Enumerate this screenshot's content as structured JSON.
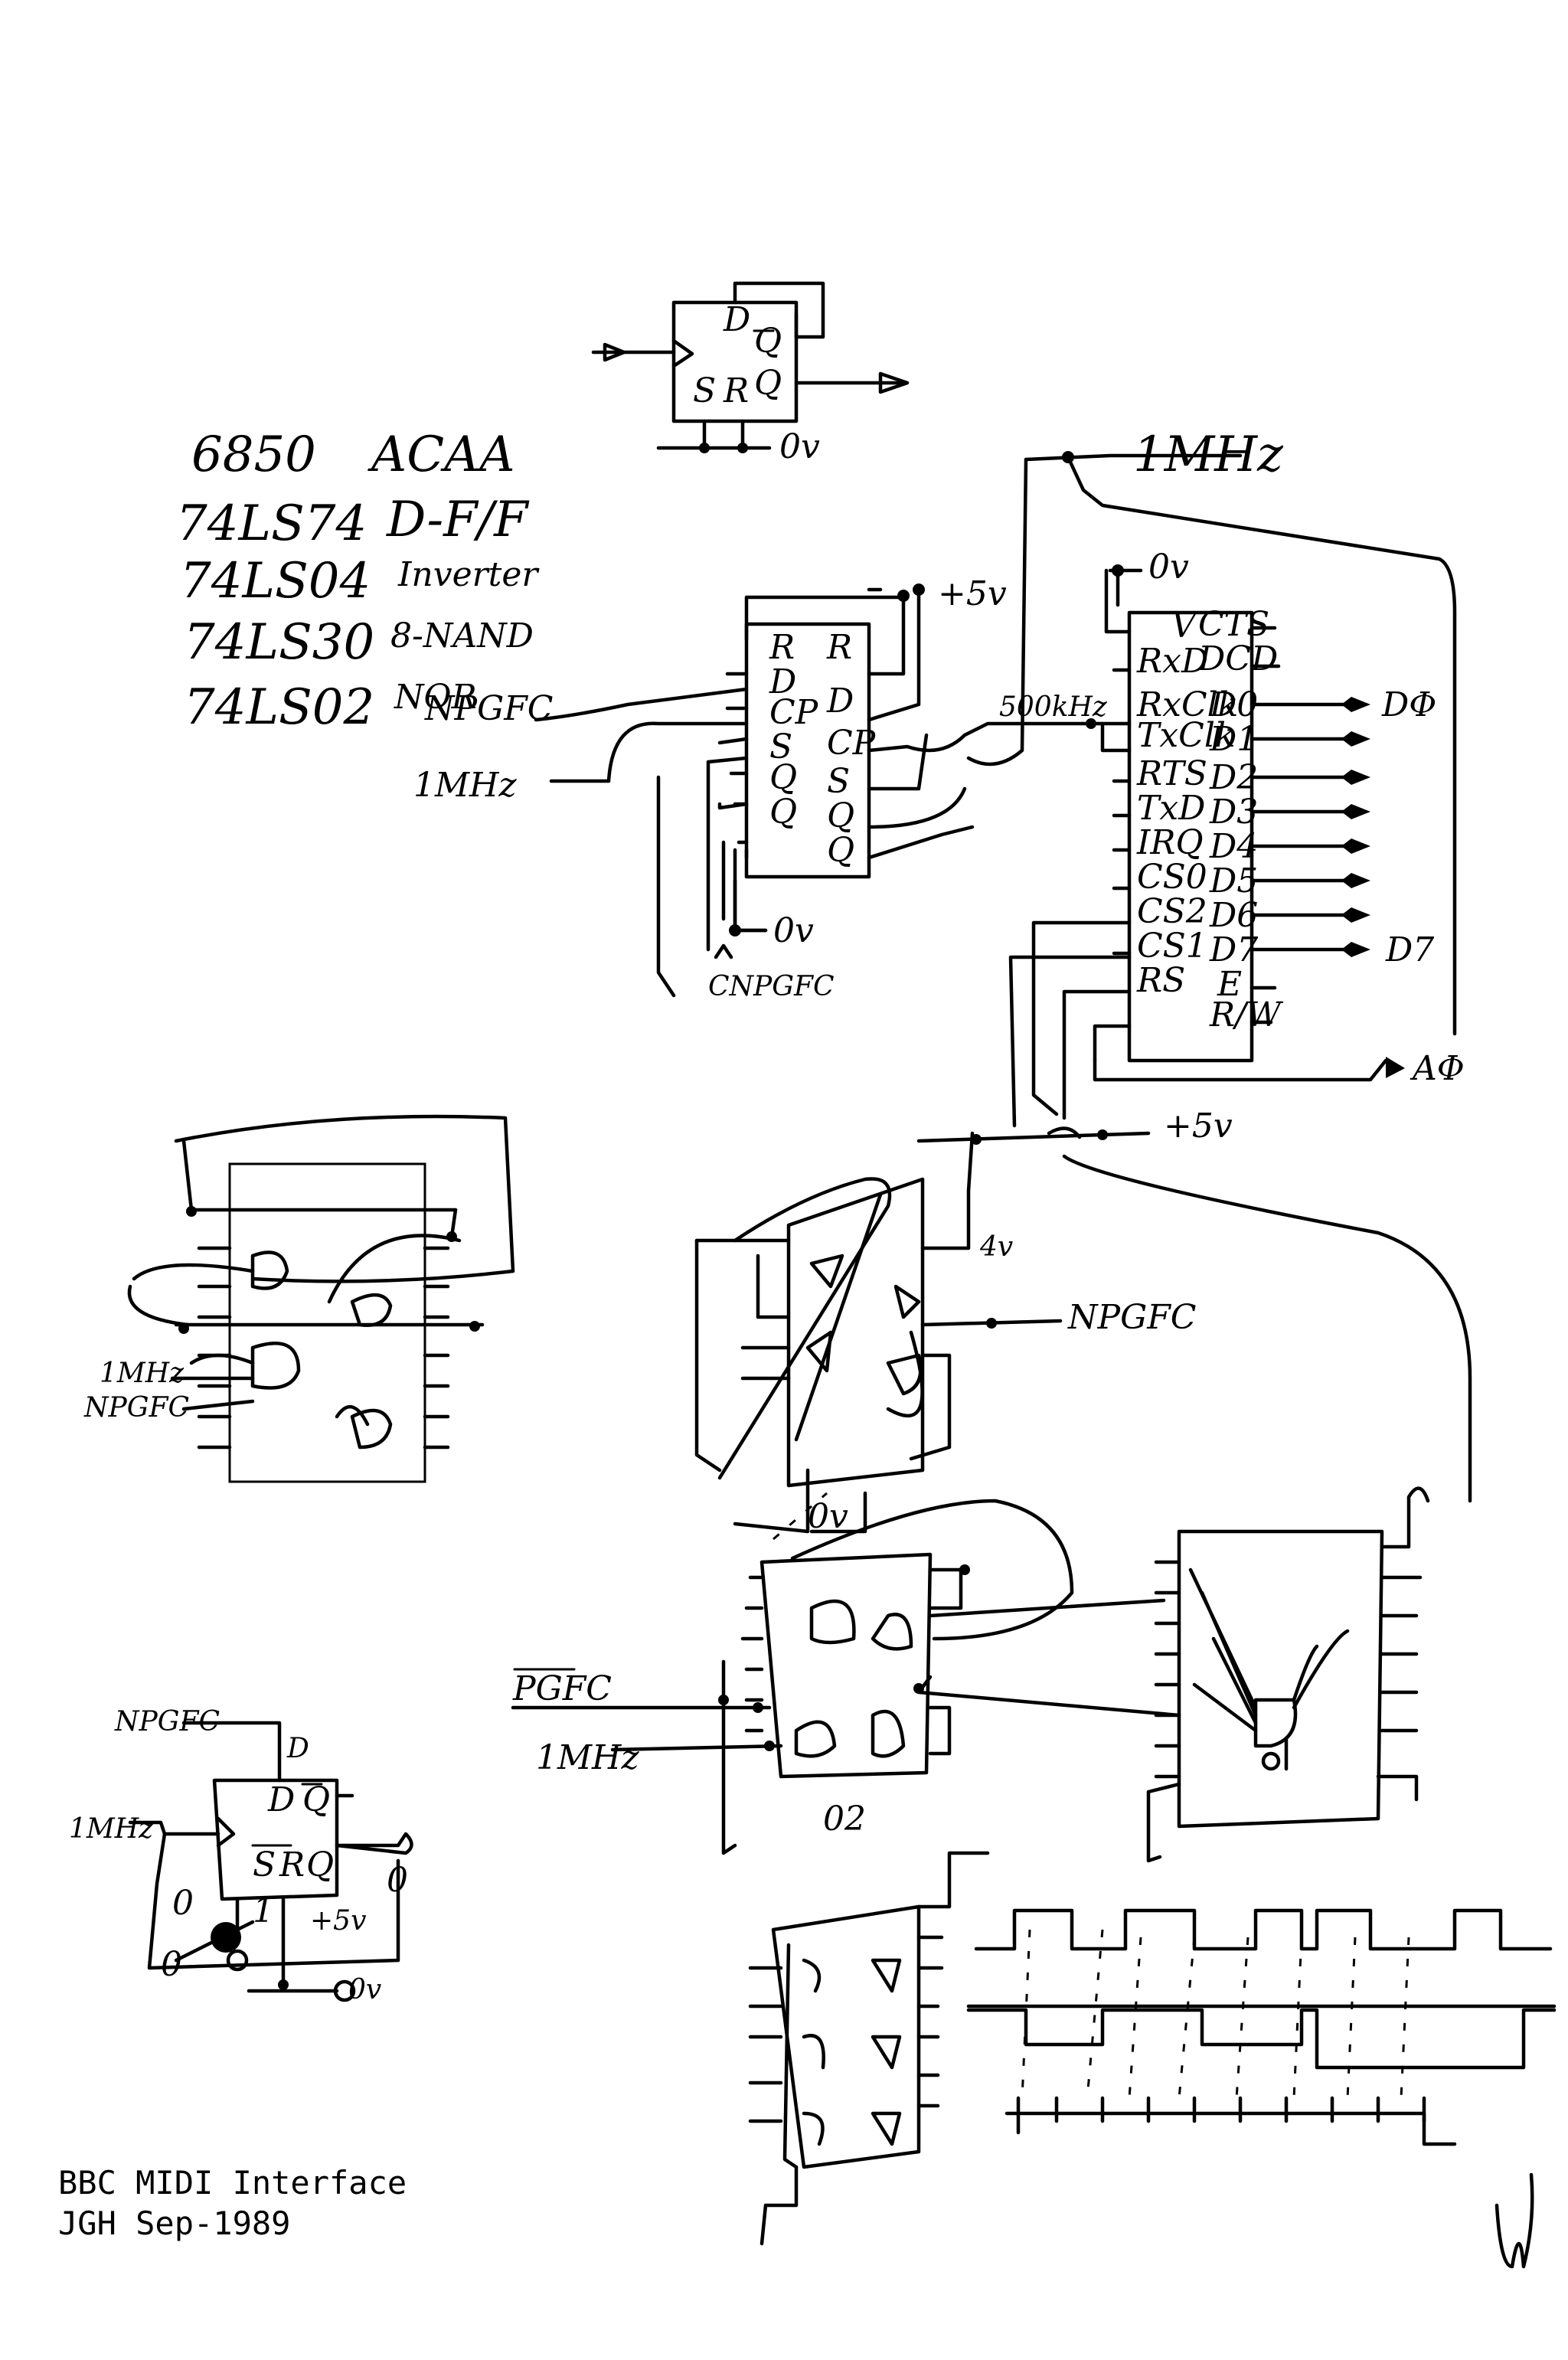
{
  "legend": [
    {
      "part": "6850",
      "desc": "ACAA"
    },
    {
      "part": "74LS74",
      "desc": "D-F/F"
    },
    {
      "part": "74LS04",
      "desc": "Inverter"
    },
    {
      "part": "74LS30",
      "desc": "8-NAND"
    },
    {
      "part": "74LS02",
      "desc": "NOR"
    }
  ],
  "flipflop_symbol": {
    "d": "D",
    "q": "Q",
    "qbar": "Q",
    "s": "S",
    "r": "R",
    "gnd": "0v"
  },
  "signals": {
    "clk_1mhz": "1MHz",
    "gnd_top": "0v",
    "vcc_ff": "+5v",
    "vcc_mid": "+5v",
    "npgfc": "NPGFC",
    "clk_ff_in": "1MHz",
    "cnpgfc": "CNPGFC",
    "gnd_ff": "0v",
    "speed": "500kHz",
    "d0": "DΦ",
    "d7": "D7",
    "a0": "AΦ",
    "npgfc_mid": "NPGFC",
    "gnd_mid": "0v",
    "pgfc": "PGFC",
    "clk_02": "1MHz",
    "chip_02": "02",
    "misc_4v": "4v",
    "npgfc_left": "NPGFC",
    "clk_left": "1MHz",
    "npgfc_bottom": "NPGFC",
    "clk_bottom": "1MHz",
    "vcc_bottom": "+5v",
    "gnd_bottom": "0v",
    "num_0a": "0",
    "num_1": "1",
    "num_0b": "0",
    "num_0c": "0"
  },
  "ff_chip": {
    "left_pins": [
      "R",
      "D",
      "CP",
      "S",
      "Q",
      "Q"
    ],
    "right_pins": [
      "R",
      "D",
      "CP",
      "S",
      "Q",
      "Q"
    ]
  },
  "acia_chip": {
    "left_pins": [
      "V",
      "RxD",
      "RxClk",
      "TxClk",
      "RTS",
      "TxD",
      "IRQ",
      "CS0",
      "CS2",
      "CS1",
      "RS"
    ],
    "right_pins": [
      "CTS",
      "DCD",
      "D0",
      "D1",
      "D2",
      "D3",
      "D4",
      "D5",
      "D6",
      "D7",
      "E",
      "R/W"
    ]
  },
  "bottom_ff": {
    "d": "D",
    "q": "Q",
    "qbar": "Q",
    "s": "S",
    "r": "R",
    "d_in": "D"
  },
  "footer": {
    "line1": "BBC MIDI Interface",
    "line2": "JGH Sep-1989"
  }
}
